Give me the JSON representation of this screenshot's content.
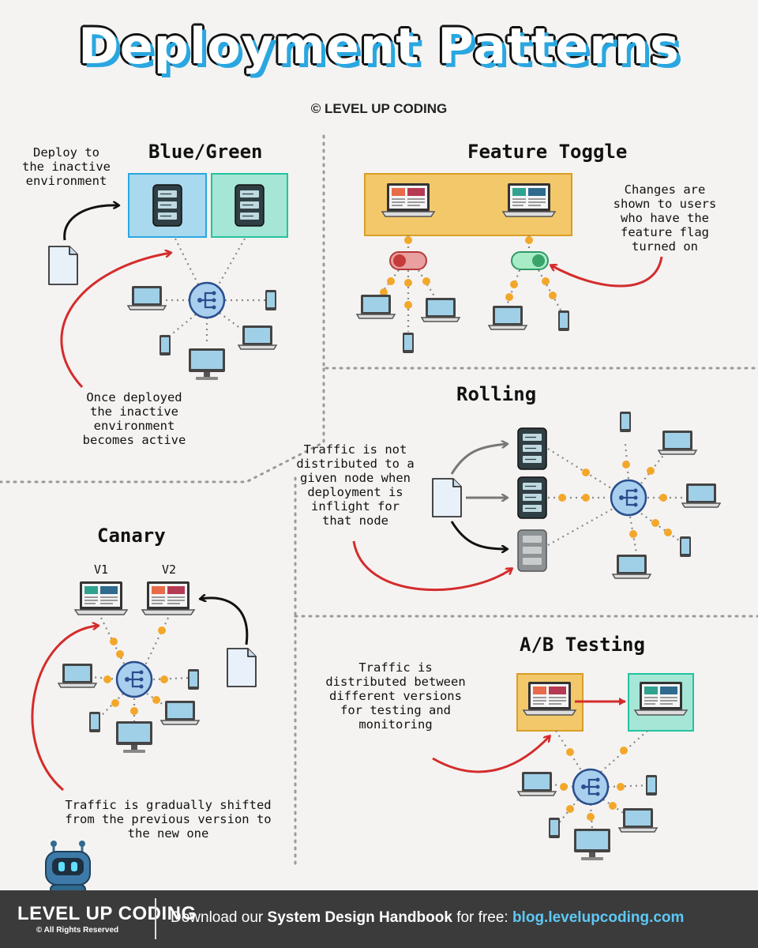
{
  "title": "Deployment Patterns",
  "subtitle": "© LEVEL UP CODING",
  "sections": {
    "blue_green": {
      "heading": "Blue/Green",
      "note_top": "Deploy to\nthe inactive\nenvironment",
      "note_bottom": "Once deployed\nthe inactive\nenvironment\nbecomes active"
    },
    "feature_toggle": {
      "heading": "Feature Toggle",
      "note": "Changes are\nshown to users\nwho have the\nfeature flag\nturned on"
    },
    "rolling": {
      "heading": "Rolling",
      "note": "Traffic is not\ndistributed to a\ngiven node when\ndeployment is\ninflight for\nthat node"
    },
    "canary": {
      "heading": "Canary",
      "v1": "V1",
      "v2": "V2",
      "note": "Traffic is gradually shifted\nfrom the previous version to\nthe new one"
    },
    "ab_testing": {
      "heading": "A/B Testing",
      "note": "Traffic is\ndistributed between\ndifferent versions\nfor testing and\nmonitoring"
    }
  },
  "footer": {
    "brand": "LEVEL UP CODING",
    "rights": "© All Rights Reserved",
    "cta_prefix": "Download our ",
    "cta_bold": "System Design Handbook",
    "cta_middle": " for free: ",
    "cta_url": "blog.levelupcoding.com"
  },
  "colors": {
    "blue_env": "#a9d9ef",
    "green_env": "#a6e6d6",
    "yellow_env": "#f2c86a",
    "hub": "#9fc9ea",
    "dot": "#f3a72a",
    "arrow_red": "#d42c2c",
    "footer_bg": "#3b3b3b",
    "footer_url": "#5ec8f5"
  }
}
